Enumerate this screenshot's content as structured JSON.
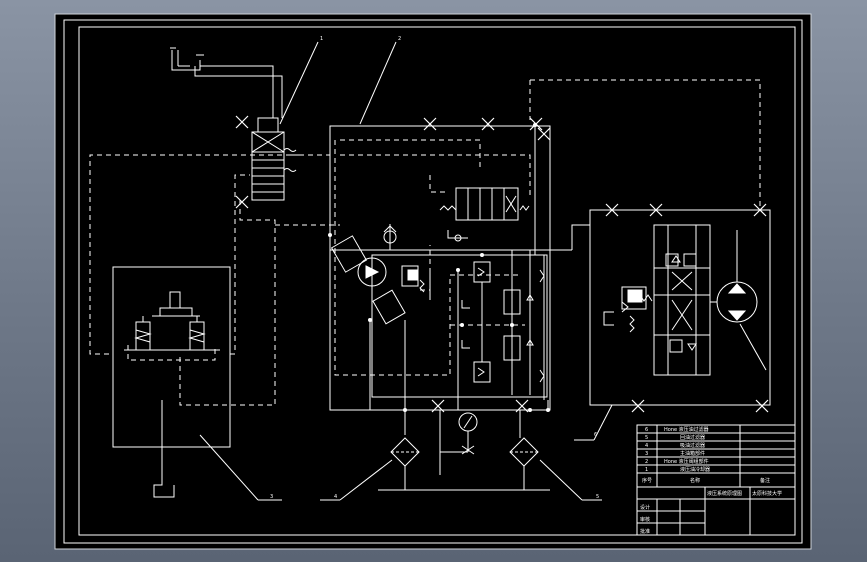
{
  "drawing": {
    "part_callouts": [
      "1",
      "2",
      "3",
      "4",
      "5",
      "6"
    ],
    "title_block": {
      "parts_table_rows": [
        {
          "no": "6",
          "name": "Hone 液压油过滤器"
        },
        {
          "no": "5",
          "name": "回油过滤器"
        },
        {
          "no": "4",
          "name": "吸油过滤器"
        },
        {
          "no": "3",
          "name": "主油箱部件"
        },
        {
          "no": "2",
          "name": "Hone 液压阀组部件"
        },
        {
          "no": "1",
          "name": "液压油冷却器"
        }
      ],
      "header_no": "序号",
      "header_name": "名称",
      "header_note": "备注",
      "title": "液压系统原理图",
      "school": "太原科技大学",
      "designer": "设计",
      "checker": "审核",
      "approver": "批准"
    }
  }
}
